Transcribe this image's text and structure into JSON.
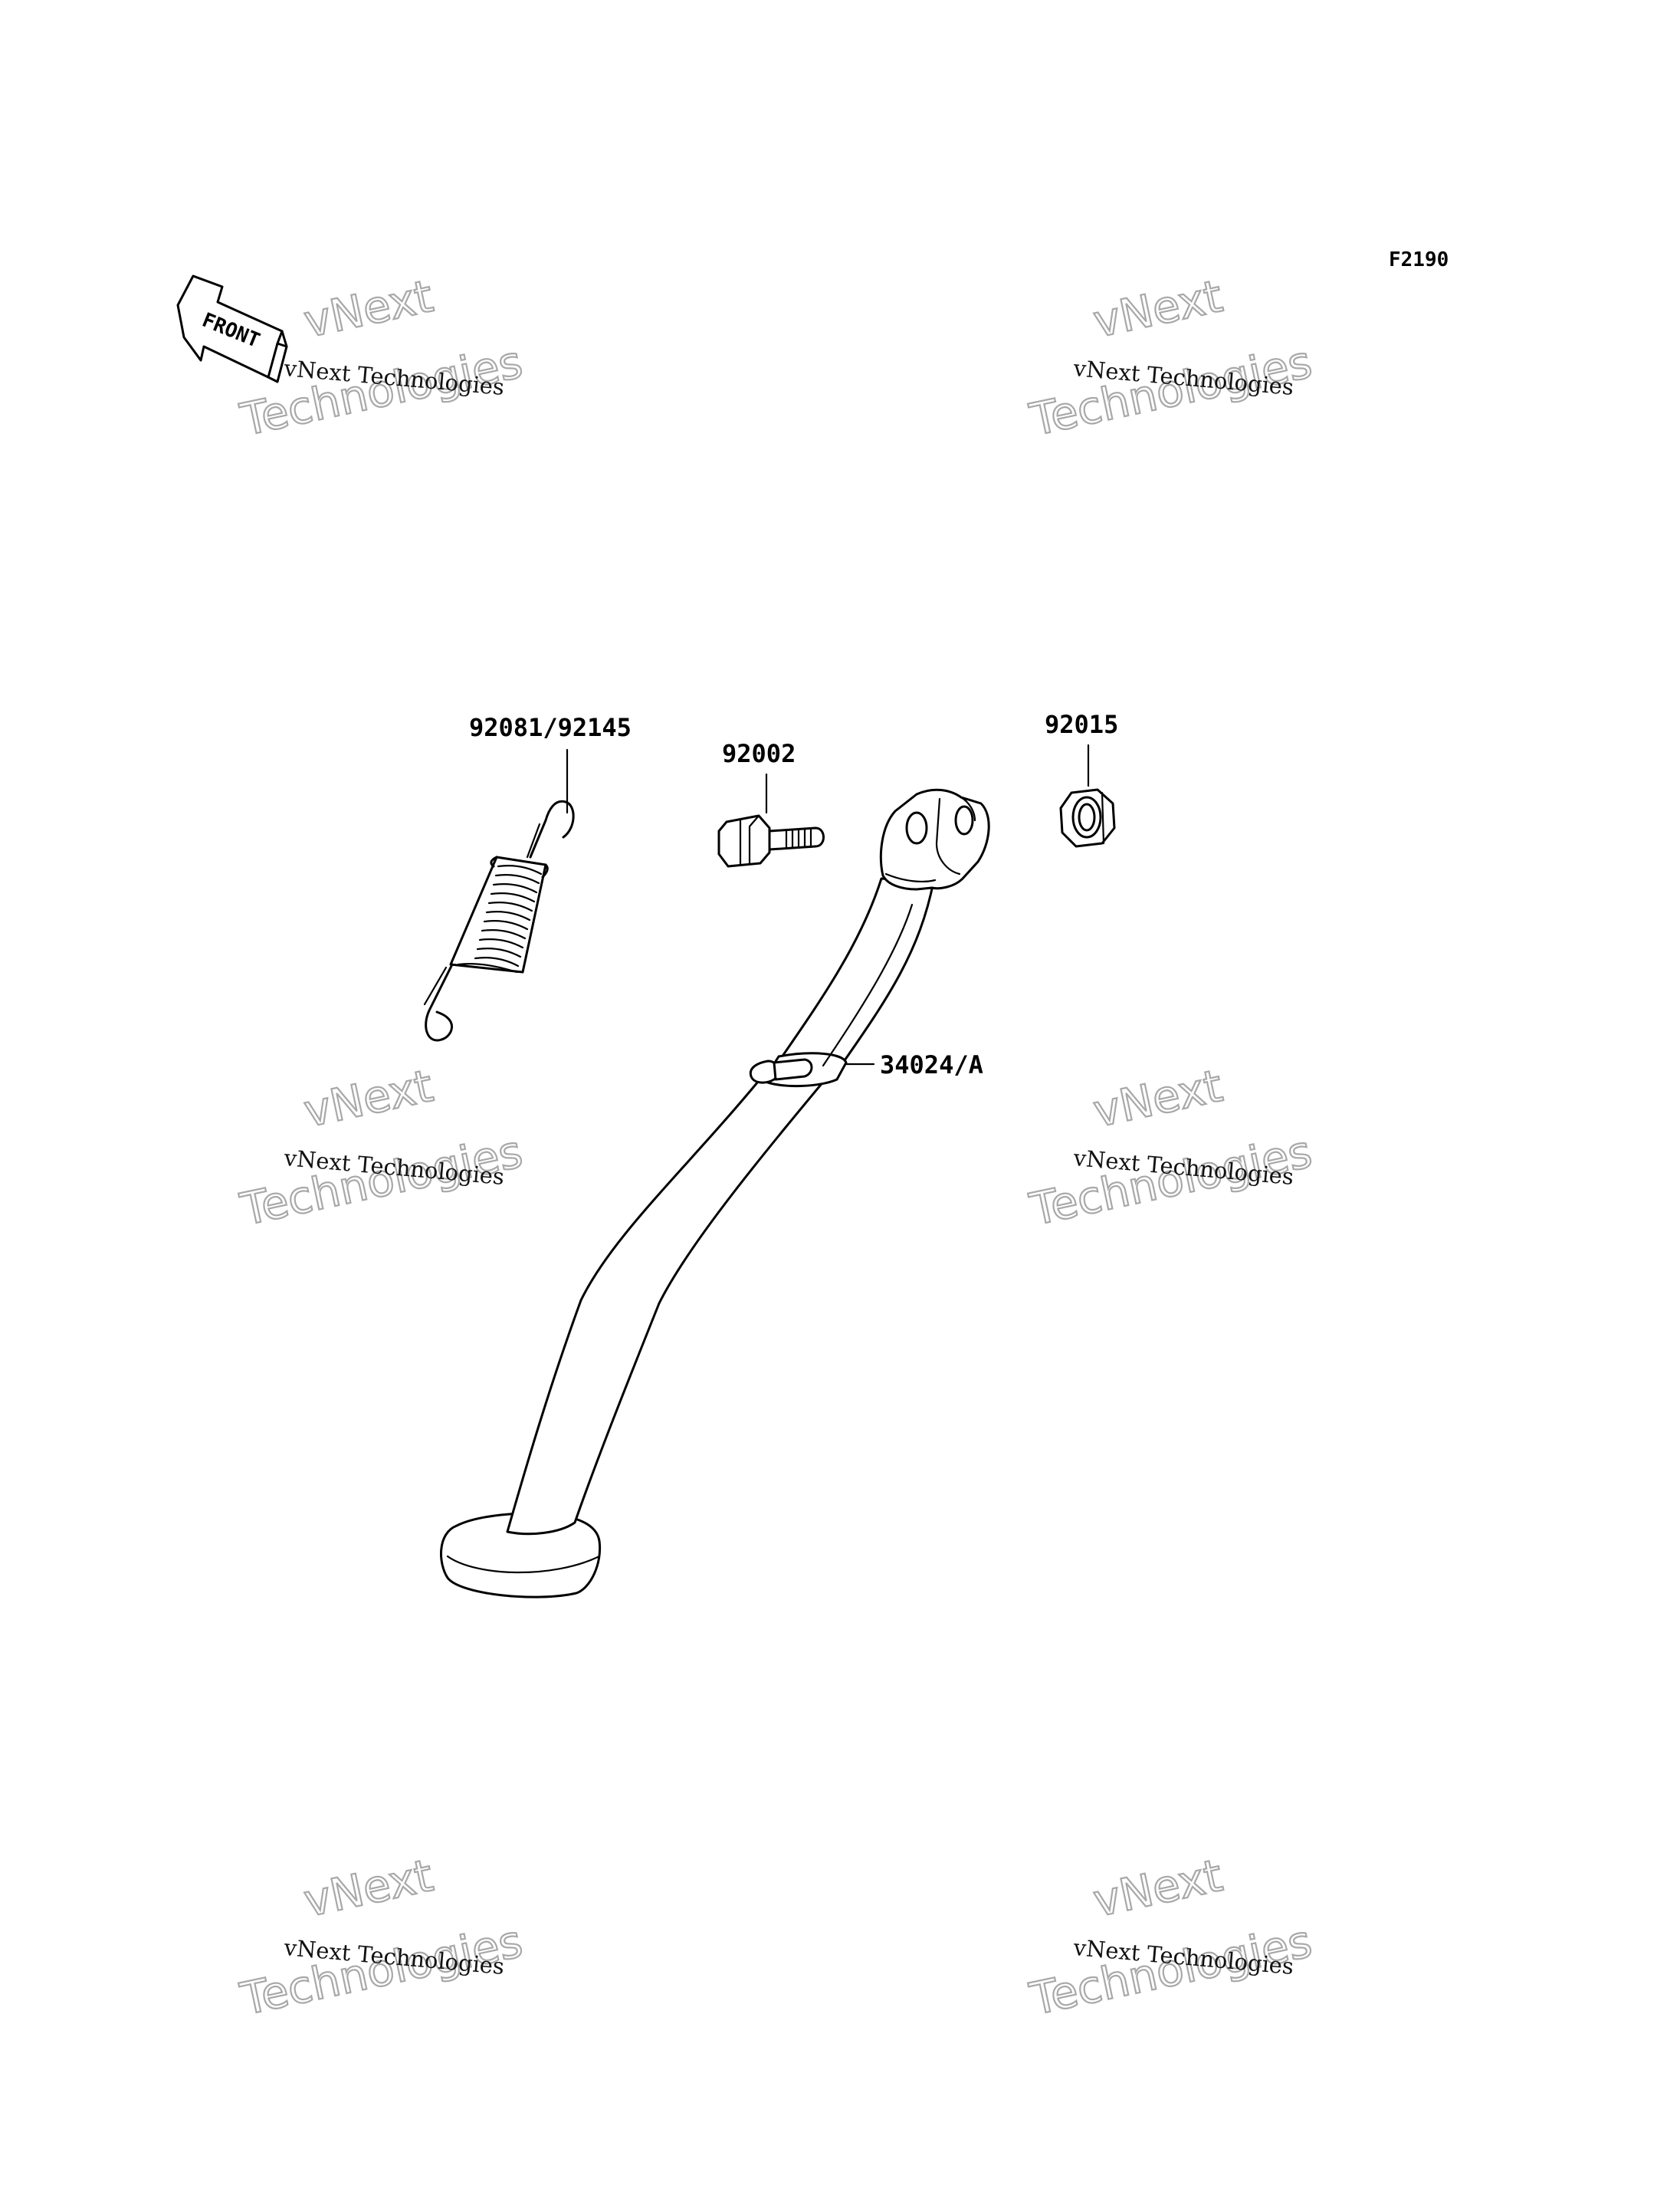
{
  "figure_code": "F2190",
  "front_label": "FRONT",
  "watermark": {
    "small_text": "vNext Technologies",
    "big_line1": "vNext",
    "big_line2": "Technologies"
  },
  "parts": [
    {
      "id": "spring",
      "label": "92081/92145"
    },
    {
      "id": "bolt",
      "label": "92002"
    },
    {
      "id": "nut",
      "label": "92015"
    },
    {
      "id": "side-stand",
      "label": "34024/A"
    }
  ]
}
